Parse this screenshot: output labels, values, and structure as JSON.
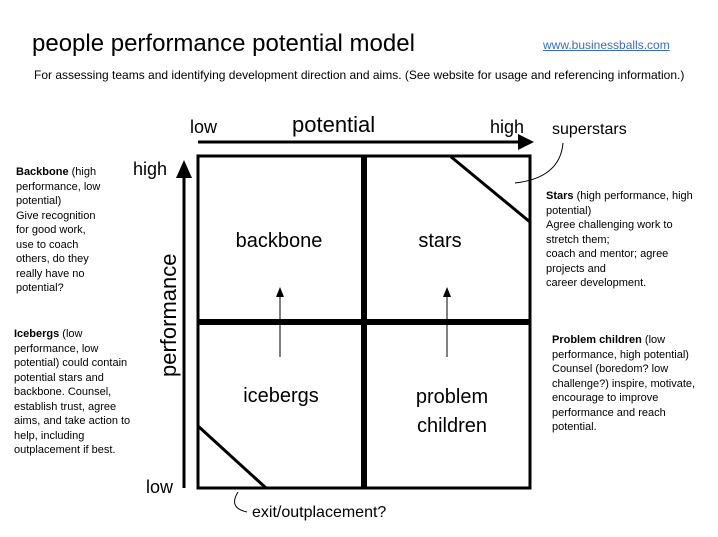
{
  "header": {
    "title": "people performance potential model",
    "link": "www.businessballs.com",
    "subtitle": "For assessing teams and identifying development direction and aims. (See website for usage and referencing information.)"
  },
  "axes": {
    "x_label": "potential",
    "x_low": "low",
    "x_high": "high",
    "y_label": "performance",
    "y_low": "low",
    "y_high": "high"
  },
  "quadrants": {
    "top_left": "backbone",
    "top_right": "stars",
    "bottom_left": "icebergs",
    "bottom_right_line1": "problem",
    "bottom_right_line2": "children"
  },
  "callouts": {
    "superstars": "superstars",
    "exit": "exit/outplacement?"
  },
  "notes": {
    "backbone": {
      "name": "Backbone",
      "paren": " (high performance, low potential)",
      "lines": [
        "Give recognition",
        "for good work,",
        "use to coach",
        "others, do they",
        "really have no",
        "potential?"
      ]
    },
    "icebergs": {
      "name": "Icebergs",
      "text": " (low performance, low potential) could contain potential stars and backbone. Counsel, establish trust, agree aims, and take action to help, including outplacement if best."
    },
    "stars": {
      "name": "Stars",
      "paren": " (high performance, high potential)",
      "lines": [
        "Agree challenging work to stretch them;",
        "coach and mentor; agree projects and",
        "career development."
      ]
    },
    "problem": {
      "name": "Problem children",
      "text": " (low performance, high potential) Counsel (boredom? low challenge?) inspire, motivate, encourage to improve performance and reach potential."
    }
  }
}
